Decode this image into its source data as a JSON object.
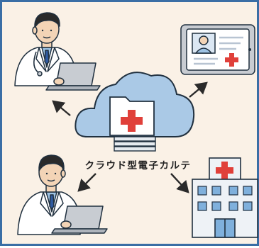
{
  "diagram": {
    "label": "クラウド型電子カルテ",
    "colors": {
      "background": "#faf1e6",
      "border": "#3a6ea5",
      "cloud": "#aac9e6",
      "cloud_stroke": "#20303f",
      "cross": "#e0403a",
      "folder": "#ffffff",
      "skin": "#f3d4b6",
      "hair": "#2a2a2a",
      "coat": "#ffffff",
      "shirt": "#9ec3e4",
      "tie": "#2f5aa0",
      "laptop": "#c8ccd2",
      "building": "#eef2f6",
      "window": "#7fb0dc"
    },
    "nodes": [
      {
        "id": "doctor-top",
        "icon": "doctor-with-laptop-icon"
      },
      {
        "id": "tablet",
        "icon": "tablet-medical-record-icon"
      },
      {
        "id": "cloud",
        "icon": "cloud-folder-icon"
      },
      {
        "id": "doctor-bottom",
        "icon": "doctor-with-laptop-icon"
      },
      {
        "id": "hospital",
        "icon": "hospital-icon"
      }
    ]
  }
}
